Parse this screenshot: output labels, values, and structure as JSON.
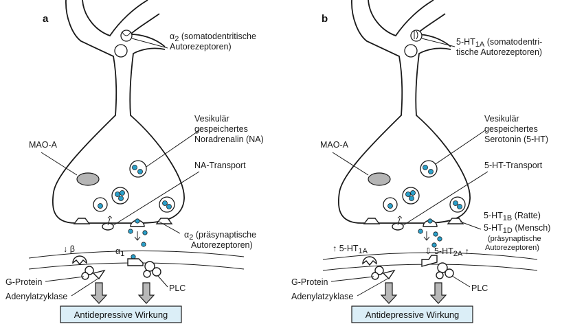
{
  "panel_a": {
    "letter": "a",
    "alpha2_soma": {
      "symbol": "α",
      "sub": "2",
      "line1": " (somatodentritische",
      "line2": "Autorezeptoren)"
    },
    "vesicle_label": {
      "line1": "Vesikulär",
      "line2": "gespeichertes",
      "line3": "Noradrenalin (NA)"
    },
    "mao": "MAO-A",
    "transport": "NA-Transport",
    "alpha2_pre": {
      "symbol": "α",
      "sub": "2",
      "line1": " (präsynaptische",
      "line2": "Autorezeptoren)"
    },
    "beta": "β",
    "alpha1": {
      "symbol": "α",
      "sub": "1"
    },
    "gprotein": "G-Protein",
    "adenylat": "Adenylatzyklase",
    "plc": "PLC",
    "effect": "Antidepressive Wirkung"
  },
  "panel_b": {
    "letter": "b",
    "ht1a_soma": {
      "prefix": "5-HT",
      "sub": "1A",
      "line1": " (somatodentri-",
      "line2": "tische Autorezeptoren)"
    },
    "vesicle_label": {
      "line1": "Vesikulär",
      "line2": "gespeichertes",
      "line3": "Serotonin (5-HT)"
    },
    "mao": "MAO-A",
    "transport": "5-HT-Transport",
    "ht1b": {
      "prefix": "5-HT",
      "sub": "1B",
      "suffix": " (Ratte)"
    },
    "ht1d": {
      "prefix": "5-HT",
      "sub": "1D",
      "suffix": " (Mensch)"
    },
    "presyn": {
      "line1": "(präsynaptische",
      "line2": "Autorezeptoren)"
    },
    "ht1a_post": {
      "prefix": "5-HT",
      "sub": "1A"
    },
    "ht2a_post": {
      "prefix": "5-HT",
      "sub": "2A"
    },
    "gprotein": "G-Protein",
    "adenylat": "Adenylatzyklase",
    "plc": "PLC",
    "effect": "Antidepressive Wirkung"
  }
}
